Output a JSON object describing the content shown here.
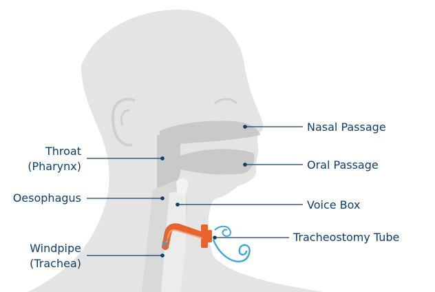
{
  "diagram": {
    "labels": {
      "nasal_passage": "Nasal Passage",
      "oral_passage": "Oral Passage",
      "voice_box": "Voice Box",
      "tracheostomy_tube": "Tracheostomy Tube",
      "throat_line1": "Throat",
      "throat_line2": "(Pharynx)",
      "oesophagus": "Oesophagus",
      "windpipe_line1": "Windpipe",
      "windpipe_line2": "(Trachea)"
    },
    "colors": {
      "head_silhouette": "#e4e4e4",
      "internal_detail": "#d2d2d2",
      "airway": "#bcbcbc",
      "leader_line": "#0d3d6e",
      "tube": "#e8642c",
      "airflow": "#3aa6dc"
    }
  }
}
